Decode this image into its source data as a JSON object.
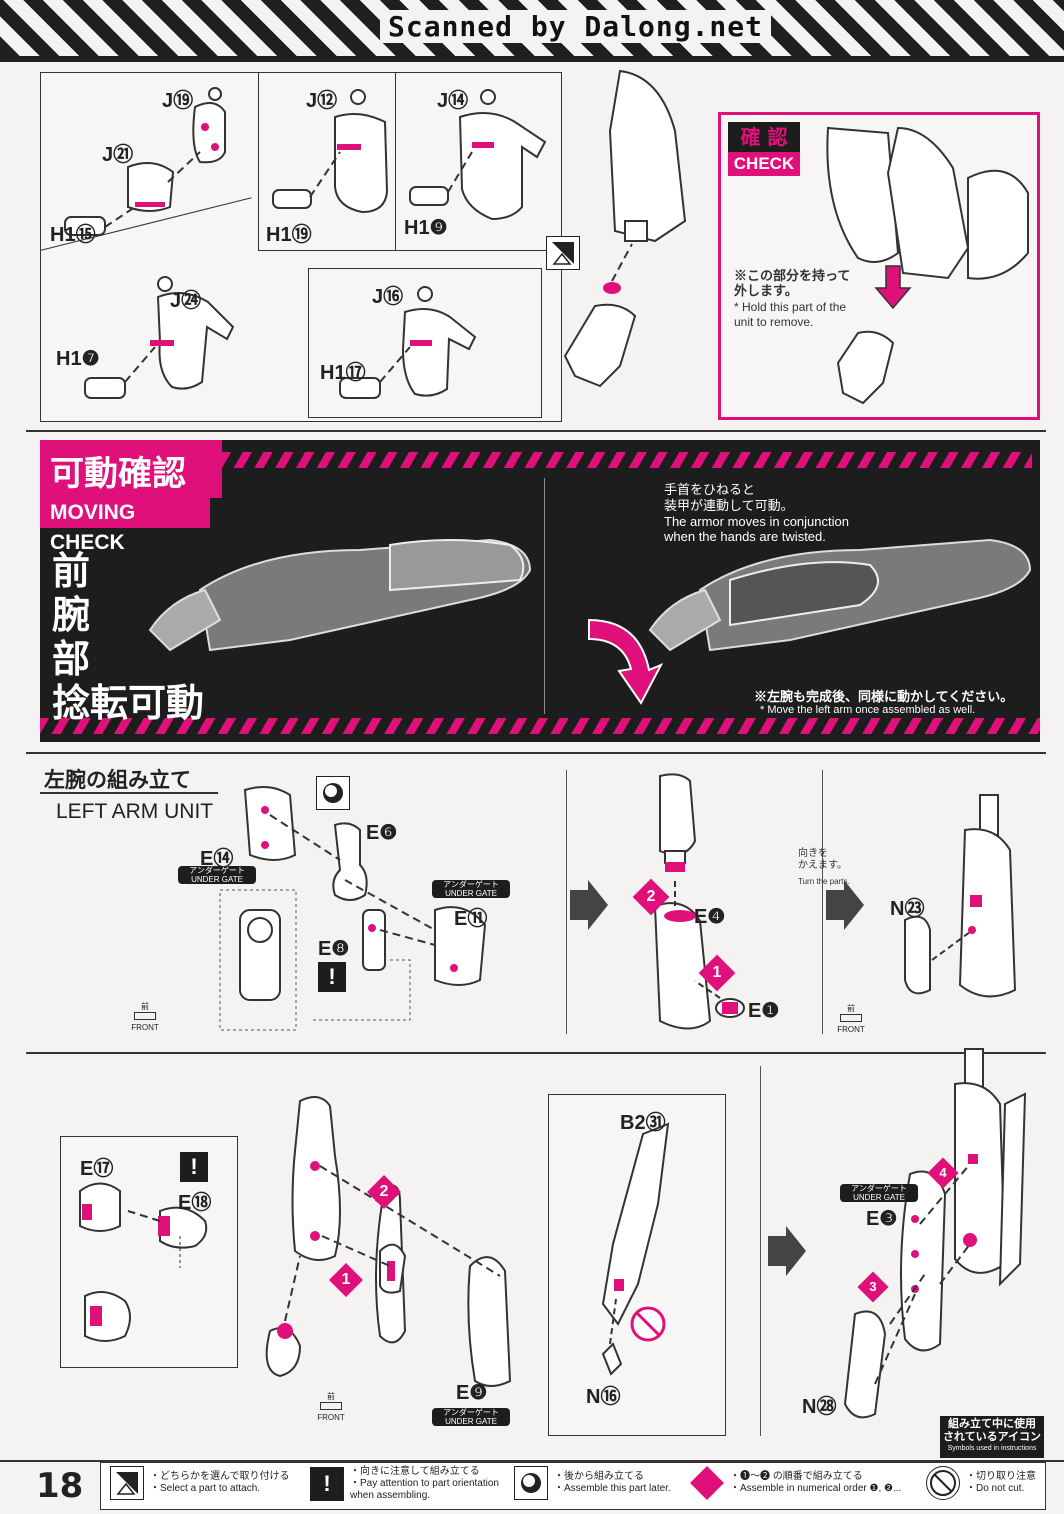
{
  "header": {
    "scanner_credit": "Scanned by Dalong.net"
  },
  "step1": {
    "labels": {
      "j19": "J⑲",
      "j21": "J㉑",
      "h1_15": "H1⑮",
      "j12": "J⑫",
      "h1_19": "H1⑲",
      "j14": "J⑭",
      "h1_9": "H1❾",
      "j24": "J㉔",
      "h1_7": "H1❼",
      "j16": "J⑯",
      "h1_17": "H1⑰"
    }
  },
  "check": {
    "title_jp": "確 認",
    "title_en": "CHECK",
    "note_jp": "※この部分を持って\n外します。",
    "note_en": "* Hold this part of the\nunit to remove."
  },
  "moving_check": {
    "title_jp": "可動確認",
    "title_en": "MOVING CHECK",
    "subtitle_lines": [
      "前",
      "腕",
      "部",
      "捻転可動"
    ],
    "note_jp": "手首をひねると\n装甲が連動して可動。",
    "note_en": "The armor moves in conjunction\nwhen the hands are twisted.",
    "footer_jp": "※左腕も完成後、同様に動かしてください。",
    "footer_en": "* Move the left arm once assembled as well."
  },
  "left_arm": {
    "title_jp": "左腕の組み立て",
    "title_en": "LEFT ARM UNIT",
    "labels": {
      "e14": "E⑭",
      "e6": "E❻",
      "e8": "E❽",
      "e11": "E⑪",
      "e4": "E❹",
      "e1": "E❶",
      "n23": "N㉓",
      "e17": "E⑰",
      "e18": "E⑱",
      "e9": "E❾",
      "b2_31": "B2㉛",
      "n16": "N⑯",
      "e3": "E❸",
      "n28": "N㉘"
    },
    "under_gate_jp": "アンダーゲート",
    "under_gate_en": "UNDER GATE",
    "front_jp": "前",
    "front_en": "FRONT",
    "turn_jp": "向きを\nかえます。",
    "turn_en": "Turn the parts."
  },
  "icons_box": {
    "title_jp": "組み立て中に使用\nされているアイコン",
    "title_en": "Symbols used in instructions"
  },
  "footer": {
    "page_number": "18",
    "legend": [
      {
        "icon": "select-part-icon",
        "jp": "・どちらかを選んで取り付ける",
        "en": "・Select a part to attach."
      },
      {
        "icon": "attention-icon",
        "jp": "・向きに注意して組み立てる",
        "en": "・Pay attention to part orientation\n  when assembling."
      },
      {
        "icon": "assemble-later-icon",
        "jp": "・後から組み立てる",
        "en": "・Assemble this part later."
      },
      {
        "icon": "numerical-order-icon",
        "jp": "・❶～❷ の順番で組み立てる",
        "en": "・Assemble in numerical order ❶, ❷..."
      },
      {
        "icon": "do-not-cut-icon",
        "jp": "・切り取り注意",
        "en": "・Do not cut."
      }
    ]
  },
  "colors": {
    "accent": "#e0107a",
    "dark": "#1d1d1d",
    "paper": "#f4f3f1"
  }
}
